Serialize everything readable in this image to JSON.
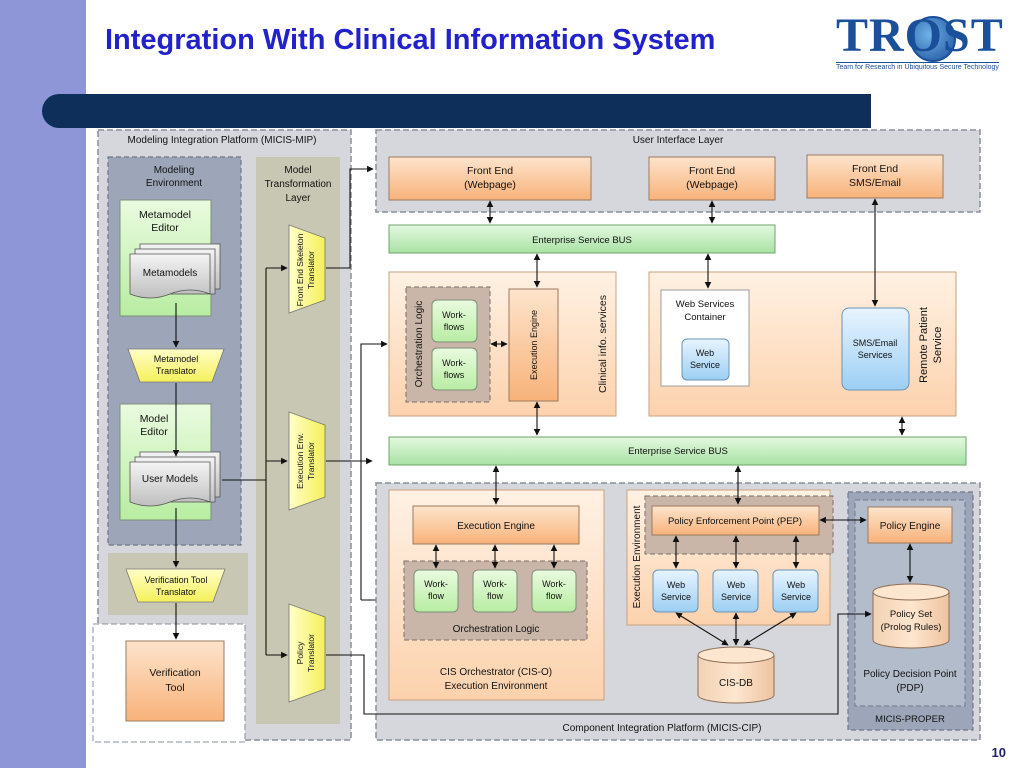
{
  "slide": {
    "title": "Integration With Clinical Information  System",
    "page_number": "10"
  },
  "logo": {
    "text": "TROST",
    "tagline": "Team for Research in Ubiquitous Secure Technology"
  },
  "left_platform": {
    "label": "Modeling Integration Platform (MICIS-MIP)",
    "modeling_env": {
      "title_l1": "Modeling",
      "title_l2": "Environment"
    },
    "metamodel_editor": {
      "l1": "Metamodel",
      "l2": "Editor",
      "doc": "Metamodels"
    },
    "metamodel_translator": {
      "l1": "Metamodel",
      "l2": "Translator"
    },
    "model_editor": {
      "l1": "Model",
      "l2": "Editor",
      "doc": "User Models"
    },
    "verification_translator": {
      "l1": "Verification Tool",
      "l2": "Translator"
    },
    "verification_tool": {
      "l1": "Verification",
      "l2": "Tool"
    }
  },
  "transform_layer": {
    "title_l1": "Model",
    "title_l2": "Transformation",
    "title_l3": "Layer",
    "fe_translator": {
      "l1": "Front End Skeleton",
      "l2": "Translator"
    },
    "exec_translator": {
      "l1": "Execution Env.",
      "l2": "Translator"
    },
    "policy_translator": {
      "l1": "Policy",
      "l2": "Translator"
    }
  },
  "ui_layer": {
    "label": "User Interface Layer",
    "fe1": {
      "l1": "Front End",
      "l2": "(Webpage)"
    },
    "fe2": {
      "l1": "Front End",
      "l2": "(Webpage)"
    },
    "fe3": {
      "l1": "Front End",
      "l2": "SMS/Email"
    }
  },
  "esb_top": "Enterprise Service BUS",
  "esb_mid": "Enterprise Service BUS",
  "clinical": {
    "side_label": "Clinical info. services",
    "orch_label": "Orchestration Logic",
    "wf1": {
      "l1": "Work-",
      "l2": "flows"
    },
    "wf2": {
      "l1": "Work-",
      "l2": "flows"
    },
    "exec_engine": "Execution Engine"
  },
  "ws_container": {
    "l1": "Web Services",
    "l2": "Container",
    "ws": {
      "l1": "Web",
      "l2": "Service"
    }
  },
  "remote": {
    "sms": {
      "l1": "SMS/Email",
      "l2": "Services"
    },
    "side_l1": "Remote Patient",
    "side_l2": "Service"
  },
  "cip": {
    "label": "Component Integration Platform (MICIS-CIP)",
    "cis_o": {
      "exec_engine": "Execution Engine",
      "wf": [
        {
          "l1": "Work-",
          "l2": "flow"
        },
        {
          "l1": "Work-",
          "l2": "flow"
        },
        {
          "l1": "Work-",
          "l2": "flow"
        }
      ],
      "orch_label": "Orchestration Logic",
      "footer_l1": "CIS Orchestrator (CIS-O)",
      "footer_l2": "Execution Environment"
    },
    "exec_env": {
      "side_label": "Execution Environment",
      "pep": "Policy Enforcement Point (PEP)",
      "ws": [
        {
          "l1": "Web",
          "l2": "Service"
        },
        {
          "l1": "Web",
          "l2": "Service"
        },
        {
          "l1": "Web",
          "l2": "Service"
        }
      ],
      "db": "CIS-DB"
    }
  },
  "proper": {
    "label": "MICIS-PROPER",
    "policy_engine": "Policy Engine",
    "policy_set": {
      "l1": "Policy Set",
      "l2": "(Prolog Rules)"
    },
    "pdp": {
      "l1": "Policy Decision Point",
      "l2": "(PDP)"
    }
  }
}
